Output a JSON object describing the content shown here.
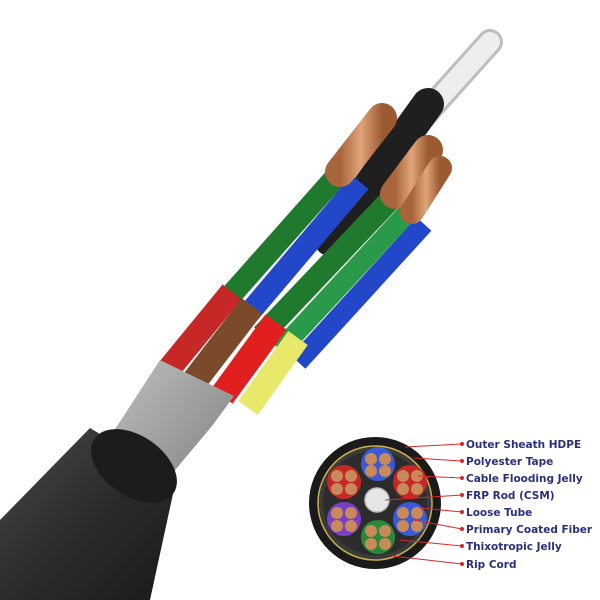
{
  "labels": [
    "Outer Sheath HDPE",
    "Polyester Tape",
    "Cable Flooding Jelly",
    "FRP Rod (CSM)",
    "Loose Tube",
    "Primary Coated Fiber",
    "Thixotropic Jelly",
    "Rip Cord"
  ],
  "colors": {
    "label_text": "#2b2f7a",
    "leader_line": "#d42b2b",
    "sheath": "#2a2a2a",
    "tape": "#9a9a9a",
    "copper": "#c98a5a",
    "frp": "#e6e6e6"
  }
}
